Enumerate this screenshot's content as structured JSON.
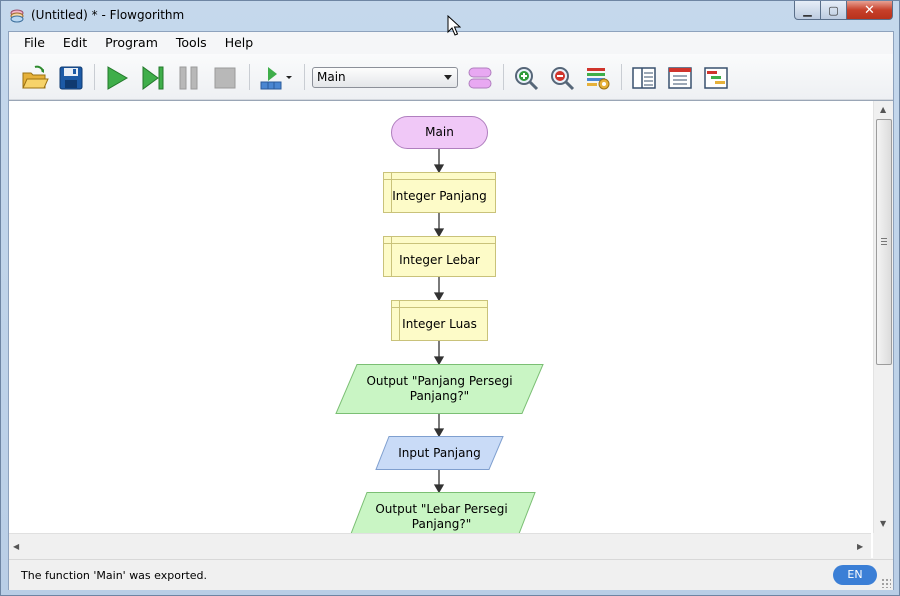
{
  "window": {
    "title": "(Untitled) * - Flowgorithm",
    "controls": {
      "minimize": "▁",
      "maximize": "▢",
      "close": "✕"
    }
  },
  "menu": [
    "File",
    "Edit",
    "Program",
    "Tools",
    "Help"
  ],
  "toolbar": {
    "icons": [
      "open-folder-icon",
      "save-icon",
      "run-icon",
      "step-icon",
      "pause-icon",
      "stop-icon",
      "variable-watch-icon",
      "add-function-icon",
      "zoom-in-icon",
      "zoom-out-icon",
      "layout-settings-icon",
      "layout-left-icon",
      "layout-center-icon",
      "layout-right-icon"
    ],
    "function_select": "Main"
  },
  "flowchart": {
    "start": "Main",
    "nodes": [
      {
        "type": "declare",
        "text": "Integer Panjang"
      },
      {
        "type": "declare",
        "text": "Integer Lebar"
      },
      {
        "type": "declare",
        "text": "Integer Luas"
      },
      {
        "type": "output",
        "line1": "Output \"Panjang Persegi",
        "line2": "Panjang?\""
      },
      {
        "type": "input",
        "text": "Input Panjang"
      },
      {
        "type": "output",
        "line1": "Output \"Lebar Persegi",
        "line2": "Panjang?\""
      }
    ],
    "colors": {
      "terminal": "#f0c8f7",
      "declare": "#fdfbc8",
      "output": "#c9f5c4",
      "input": "#c9dbf7"
    }
  },
  "status": {
    "message": "The function 'Main' was exported.",
    "language": "EN"
  }
}
